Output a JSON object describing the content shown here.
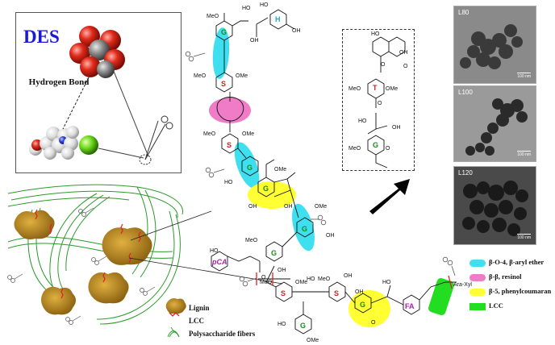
{
  "des_panel": {
    "title": "DES",
    "hydrogen_bond_label": "Hydrogen Bond"
  },
  "cell_wall_legend": [
    {
      "label": "Lignin",
      "icon": "lignin-blob-icon"
    },
    {
      "label": "LCC",
      "icon": "lcc-bond-icon"
    },
    {
      "label": "Polysaccharide fibers",
      "icon": "fiber-icon"
    }
  ],
  "linkage_legend": [
    {
      "label": "β-O-4, β-aryl ether",
      "color": "#3ee0f0"
    },
    {
      "label": "β-β, resinol",
      "color": "#f07cc8"
    },
    {
      "label": "β-5, phenylcoumaran",
      "color": "#ffff33"
    },
    {
      "label": "LCC",
      "color": "#22dd22"
    }
  ],
  "tem_images": [
    {
      "label": "L80",
      "scale": "100 nm"
    },
    {
      "label": "L100",
      "scale": "100 nm"
    },
    {
      "label": "L120",
      "scale": "100 nm"
    }
  ],
  "ring_labels": {
    "H": "H",
    "G": "G",
    "S": "S",
    "T": "T",
    "FA": "FA",
    "pCA": "pCA"
  },
  "chem_labels": {
    "OH": "OH",
    "HO": "HO",
    "OMe": "OMe",
    "MeO": "MeO",
    "O": "O",
    "Ara_Xyl": "Ara-Xyl"
  },
  "colors": {
    "des_title": "#1a1ad6",
    "aryl_ether": "#3ee0f0",
    "resinol": "#f07cc8",
    "phenylcoumaran": "#ffff33",
    "lcc": "#22dd22",
    "lignin": "#b8860b",
    "ring_S": "#cc2222",
    "ring_G": "#1a8a1a",
    "ring_H": "#22aacc",
    "ring_T": "#cc2222",
    "ring_FA": "#aa22aa",
    "ring_pCA": "#aa22aa"
  }
}
